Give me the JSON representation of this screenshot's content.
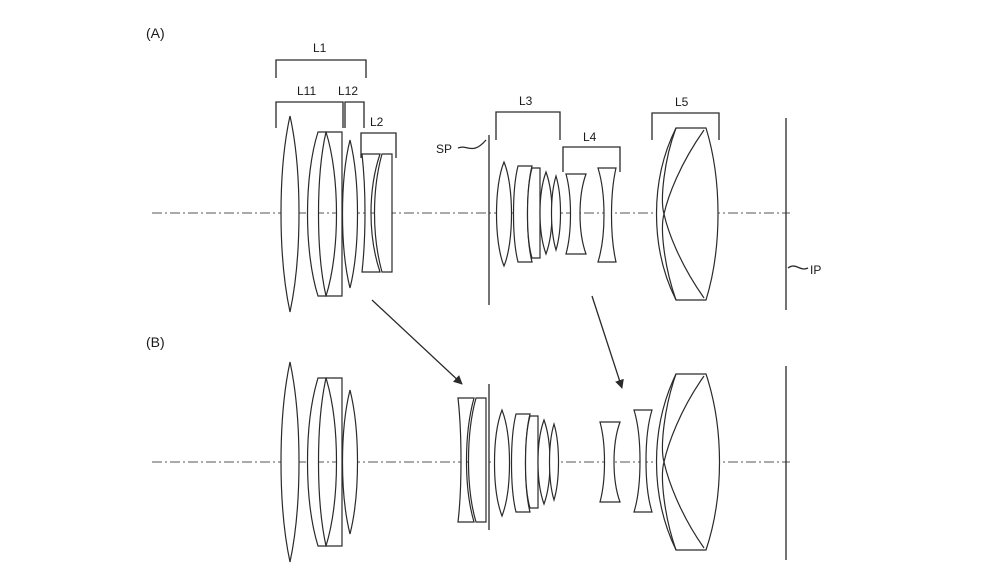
{
  "panels": {
    "a": "(A)",
    "b": "(B)"
  },
  "labels": {
    "l1": "L1",
    "l11": "L11",
    "l12": "L12",
    "l2": "L2",
    "l3": "L3",
    "l4": "L4",
    "l5": "L5",
    "sp": "SP",
    "ip": "IP"
  }
}
